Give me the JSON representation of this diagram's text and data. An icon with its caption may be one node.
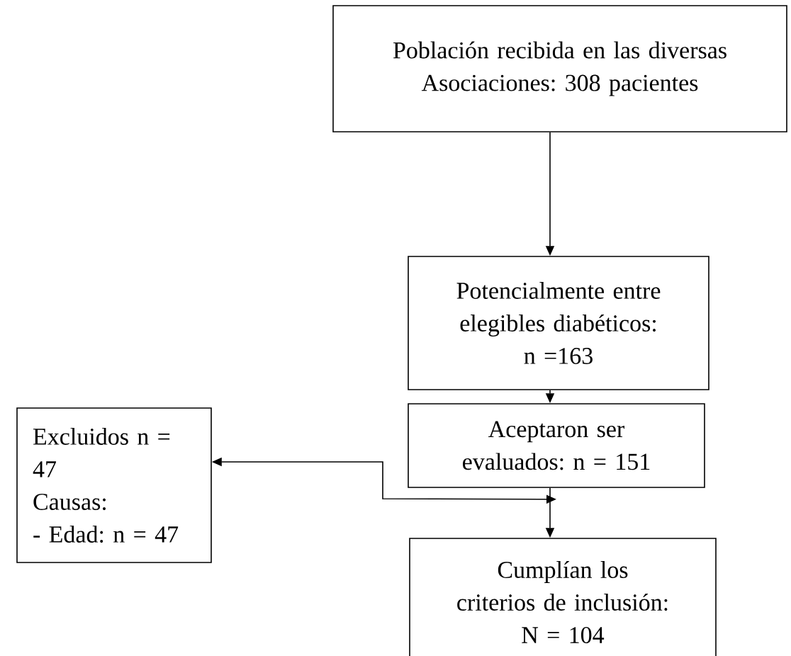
{
  "diagram": {
    "nodes": [
      {
        "text": [
          "Población recibida en las diversas Asociaciones: 308 pacientes"
        ]
      },
      {
        "text": [
          "Potencialmente entre elegibles diabéticos:",
          "n =163"
        ]
      },
      {
        "text": [
          "Aceptaron ser evaluados: n = 151"
        ]
      },
      {
        "text": [
          "Excluidos n = 47",
          "Causas:",
          "- Edad: n = 47"
        ]
      },
      {
        "text": [
          "Cumplían los criterios de inclusión:",
          "N = 104"
        ]
      }
    ],
    "edges": [
      {
        "from": 0,
        "to": 1,
        "arrow": "to"
      },
      {
        "from": 1,
        "to": 2,
        "arrow": "to"
      },
      {
        "from": 2,
        "to": 4,
        "arrow": "to"
      },
      {
        "from": 2,
        "to": 3,
        "arrow": "both"
      }
    ]
  }
}
